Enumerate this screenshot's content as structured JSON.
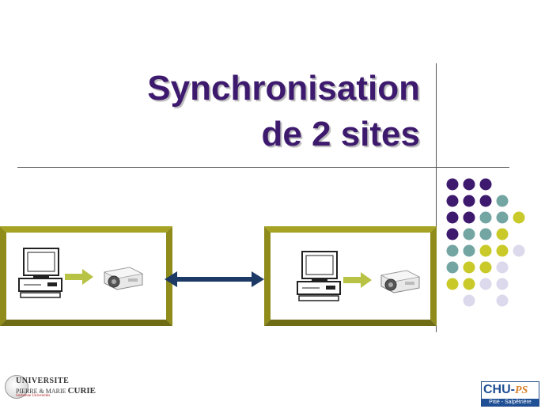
{
  "title": {
    "line1": "Synchronisation",
    "line2": "de 2 sites"
  },
  "colors": {
    "title": "#3d1a6e",
    "frame": "#a6a324",
    "frame_shadow": "#6e6c15",
    "arrow_local": "#b8c244",
    "arrow_sync": "#1d3a66",
    "dot_purple": "#3d1a6e",
    "dot_teal": "#73a5a3",
    "dot_olive": "#c9ca2a",
    "dot_lavender": "#dcd9ec"
  },
  "dot_grid": [
    [
      "purple",
      "purple",
      "purple",
      null,
      null
    ],
    [
      "purple",
      "purple",
      "purple",
      "teal",
      null
    ],
    [
      "purple",
      "purple",
      "teal",
      "teal",
      "olive"
    ],
    [
      "purple",
      "teal",
      "teal",
      "olive",
      null
    ],
    [
      "teal",
      "teal",
      "olive",
      "olive",
      "lavender"
    ],
    [
      "teal",
      "olive",
      "olive",
      "lavender",
      null
    ],
    [
      "olive",
      "olive",
      "lavender",
      "lavender",
      null
    ],
    [
      null,
      "lavender",
      null,
      "lavender",
      null
    ]
  ],
  "logos": {
    "left": {
      "line1": "UNIVERSITE",
      "line2a": "PIERRE & MARIE",
      "line2b": "CURIE",
      "line3": "Sorbonne Universités"
    },
    "right": {
      "main": "CHU-",
      "accent": "PS",
      "sub": "Pitié - Salpêtrière"
    }
  },
  "icons": {
    "computer": "desktop-computer-icon",
    "projector": "projector-icon",
    "sync": "double-arrow-icon"
  }
}
